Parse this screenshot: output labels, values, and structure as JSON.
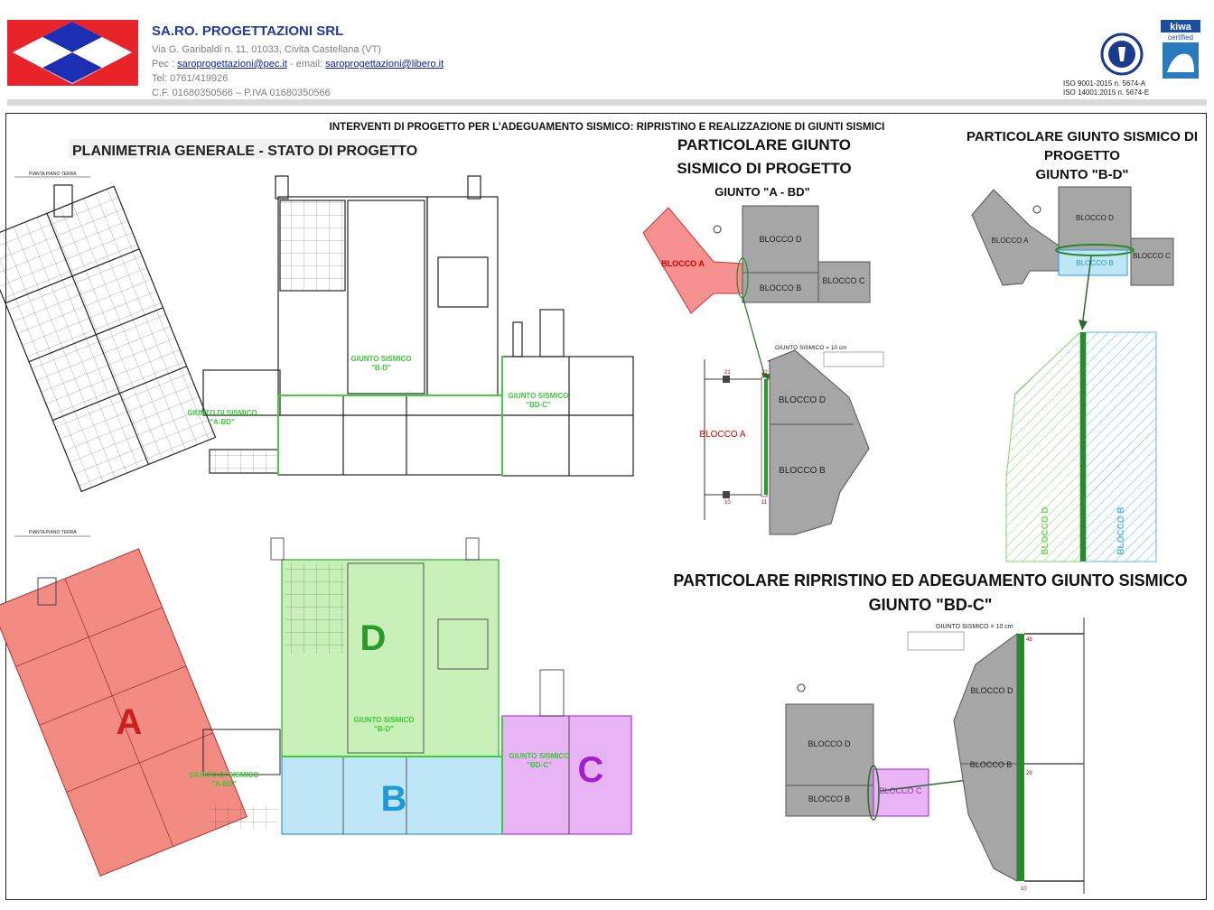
{
  "company": {
    "name": "SA.RO. PROGETTAZIONI SRL",
    "address": "Via G. Garibaldi n. 11, 01033, Civita Castellana (VT)",
    "pec_prefix": "Pec : ",
    "pec_email": "saroprogettazioni@pec.it",
    "email_prefix": " - email: ",
    "email": "saroprogettazioni@libero.it",
    "tel": "Tel: 0761/419926",
    "fiscal": "C.F. 01680350566 – P.IVA 01680350566"
  },
  "certifications": {
    "iso_9001": "ISO  9001-2015 n. 5674-A",
    "iso_14001": "ISO 14001:2015 n. 5674-E",
    "kiwa": "kiwa",
    "kiwa_sub": "certified"
  },
  "main_title": "INTERVENTI DI PROGETTO PER L’ADEGUAMENTO SISMICO: RIPRISTINO E REALIZZAZIONE DI GIUNTI SISMICI",
  "plan_title": "PLANIMETRIA GENERALE - STATO DI PROGETTO",
  "plan_labels": {
    "pianta": "PIANTA PIANO TERRA",
    "giunto_bd_line1": "GIUNTO SISMICO",
    "giunto_bd_line2": "\"B-D\"",
    "giunto_abd_line1": "GIUNTO DI SISMICO",
    "giunto_abd_line2": "\"A-BD\"",
    "giunto_bdc_line1": "GIUNTO SISMICO",
    "giunto_bdc_line2": "\"BD-C\""
  },
  "zones": {
    "a": "A",
    "b": "B",
    "c": "C",
    "d": "D",
    "color_a": "#f28b82",
    "color_b": "#bfe6f7",
    "color_c": "#e8b4f5",
    "color_d": "#c8f0b8"
  },
  "detail_abd": {
    "title_line1": "PARTICOLARE GIUNTO",
    "title_line2": "SISMICO DI PROGETTO",
    "subtitle": "GIUNTO \"A - BD\"",
    "blocco_a": "BLOCCO A",
    "blocco_b": "BLOCCO B",
    "blocco_c": "BLOCCO C",
    "blocco_d": "BLOCCO D",
    "giunto_label": "GIUNTO SISMICO = 10 cm",
    "n21": "21",
    "n22": "22",
    "n10": "10",
    "n11": "11"
  },
  "detail_bd": {
    "title_line1": "PARTICOLARE GIUNTO SISMICO DI",
    "title_line2": "PROGETTO",
    "subtitle": "GIUNTO \"B-D\"",
    "blocco_a": "BLOCCO A",
    "blocco_b": "BLOCCO B",
    "blocco_c": "BLOCCO C",
    "blocco_d": "BLOCCO D"
  },
  "detail_bdc": {
    "title_line1": "PARTICOLARE RIPRISTINO ED ADEGUAMENTO GIUNTO SISMICO",
    "title_line2": "GIUNTO \"BD-C\"",
    "blocco_b": "BLOCCO B",
    "blocco_c": "BLOCCO C",
    "blocco_d": "BLOCCO D",
    "giunto_label": "GIUNTO SISMICO = 10 cm",
    "n48": "48",
    "n28": "28",
    "n10": "10"
  }
}
